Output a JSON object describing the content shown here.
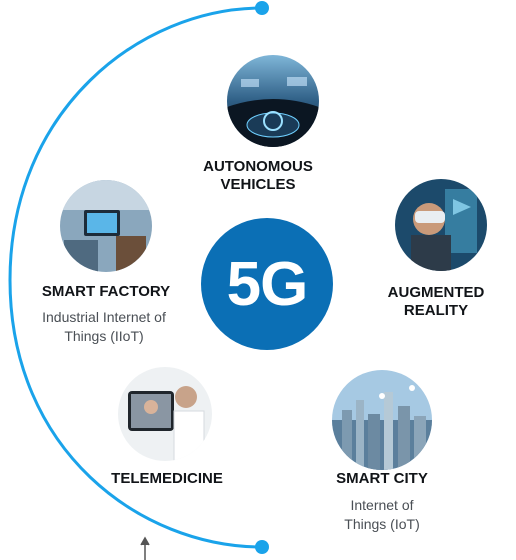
{
  "colors": {
    "accent_blue": "#1aa3ea",
    "hub_blue": "#0b6fb5",
    "text_dark": "#111418",
    "text_sub": "#4a4f55"
  },
  "hub": {
    "label": "5G"
  },
  "nodes": [
    {
      "id": "autonomous",
      "title_lines": [
        "AUTONOMOUS",
        "VEHICLES"
      ],
      "sub_lines": [],
      "image": "car-interior-photo"
    },
    {
      "id": "factory",
      "title_lines": [
        "SMART FACTORY"
      ],
      "sub_lines": [
        "Industrial Internet of",
        "Things (IIoT)"
      ],
      "image": "factory-tablet-photo"
    },
    {
      "id": "ar",
      "title_lines": [
        "AUGMENTED",
        "REALITY"
      ],
      "sub_lines": [],
      "image": "vr-headset-photo"
    },
    {
      "id": "telemedicine",
      "title_lines": [
        "TELEMEDICINE"
      ],
      "sub_lines": [],
      "image": "doctor-tablet-photo"
    },
    {
      "id": "smartcity",
      "title_lines": [
        "SMART CITY"
      ],
      "sub_lines": [
        "Internet of",
        "Things (IoT)"
      ],
      "image": "city-skyline-photo"
    }
  ]
}
